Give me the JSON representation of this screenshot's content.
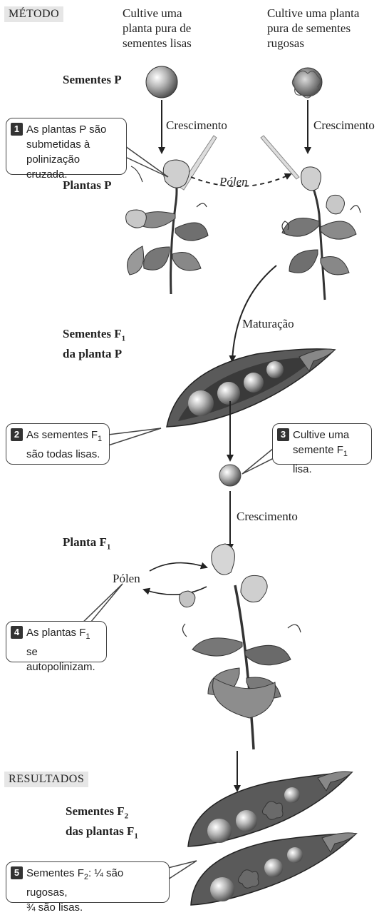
{
  "method_label": "MÉTODO",
  "results_label": "RESULTADOS",
  "parents": {
    "smooth_caption": "Cultive uma planta pura de sementes lisas",
    "wrinkled_caption": "Cultive uma planta pura de sementes rugosas",
    "seeds_label": "Sementes P",
    "plants_label": "Plantas P"
  },
  "arrows": {
    "growth_left": "Crescimento",
    "growth_right": "Crescimento",
    "pollen_top": "Pólen",
    "maturation": "Maturação",
    "growth_f1": "Crescimento",
    "pollen_f1": "Pólen"
  },
  "f1": {
    "seeds_label_line1": "Sementes F",
    "seeds_label_sub": "1",
    "seeds_label_line2": "da planta P",
    "plant_label": "Planta F",
    "plant_label_sub": "1"
  },
  "f2": {
    "seeds_label_line1": "Sementes F",
    "seeds_label_sub": "2",
    "seeds_label_line2": "das plantas F",
    "seeds_label_sub2": "1"
  },
  "steps": [
    {
      "num": "1",
      "text": "As plantas P são submetidas à polinização cruzada."
    },
    {
      "num": "2",
      "text_a": "As sementes F",
      "sub": "1",
      "text_b": "são todas lisas."
    },
    {
      "num": "3",
      "text_a": "Cultive uma",
      "text_b": "semente F",
      "sub": "1",
      "text_c": " lisa."
    },
    {
      "num": "4",
      "text_a": "As plantas F",
      "sub": "1",
      "text_b": " se",
      "text_c": "autopolinizam."
    },
    {
      "num": "5",
      "text_a": "Sementes F",
      "sub": "2",
      "text_b": ": ¼ são rugosas,",
      "text_c": "¾ são lisas."
    }
  ],
  "colors": {
    "ink": "#222222",
    "section_bg": "#e6e6e6",
    "seed": "#9a9a9a",
    "leaf": "#6f6f6f"
  }
}
